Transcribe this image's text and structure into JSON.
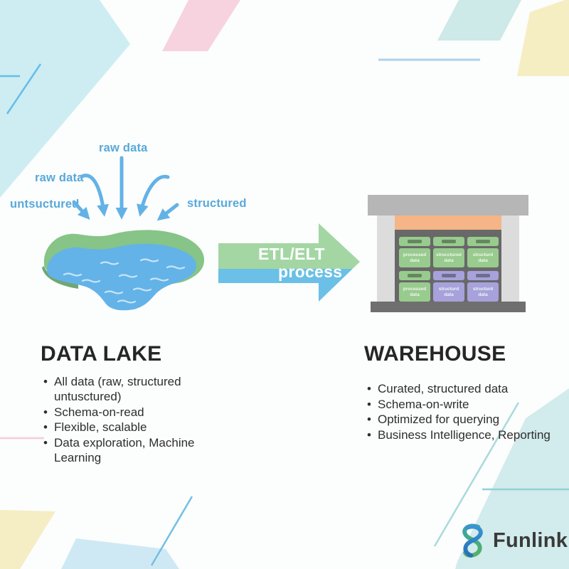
{
  "brand": {
    "name": "Funlink"
  },
  "lake": {
    "title": "DATA LAKE",
    "inflows": {
      "top": "raw data",
      "left": "raw data",
      "far_left": "untsuctured",
      "right": "structured"
    },
    "bullets": [
      "All data (raw, structured untusctured)",
      "Schema-on-read",
      "Flexible, scalable",
      "Data exploration, Machine Learning"
    ]
  },
  "process": {
    "line1": "ETL/ELT",
    "line2": "process"
  },
  "warehouse": {
    "title": "WAREHOUSE",
    "bullets": [
      "Curated, structured data",
      "Schema-on-write",
      "Optimized for querying",
      "Business Intelligence, Reporting"
    ],
    "crates": [
      {
        "label": "processed data",
        "color": "green"
      },
      {
        "label": "strucctured data",
        "color": "green"
      },
      {
        "label": "structurd data",
        "color": "green"
      },
      {
        "label": "processed data",
        "color": "green"
      },
      {
        "label": "structurd data",
        "color": "purple"
      },
      {
        "label": "structurd data",
        "color": "purple"
      }
    ]
  },
  "colors": {
    "label_blue": "#57a9da",
    "arrow_blue": "#63b2e6",
    "lake_water": "#63b3e8",
    "lake_shore": "#86c487",
    "etl_green": "#a3d6a3",
    "etl_blue": "#6ac0e6",
    "warehouse_orange": "#f5b586",
    "crate_green": "#98cb8e",
    "crate_purple": "#a7a1dc",
    "heading": "#262626"
  }
}
